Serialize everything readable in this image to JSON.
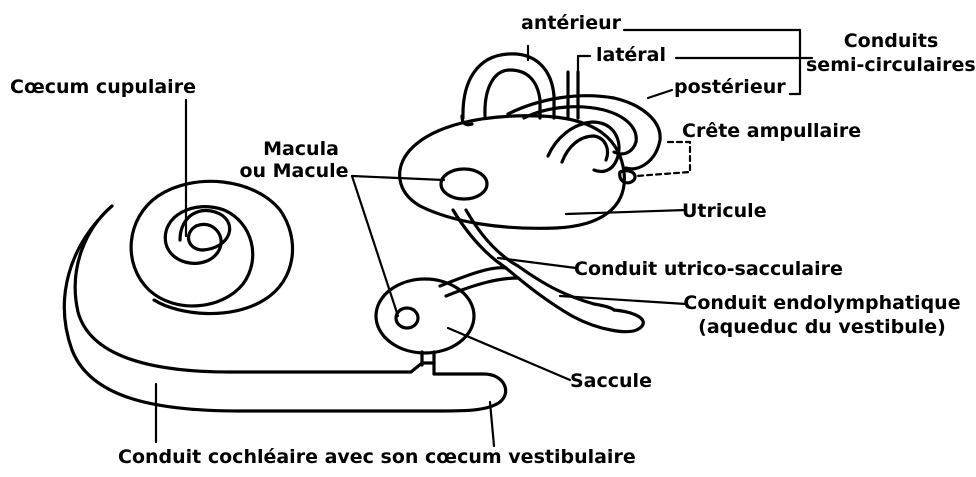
{
  "labels": {
    "anterieur": "antérieur",
    "lateral": "latéral",
    "posterieur": "postérieur",
    "conduits_line1": "Conduits",
    "conduits_line2": "semi-circulaires",
    "crete": "Crête ampullaire",
    "caecum_cupulaire": "Cœcum cupulaire",
    "macula_line1": "Macula",
    "macula_line2": "ou Macule",
    "utricule": "Utricule",
    "utrico_sacculaire": "Conduit utrico-sacculaire",
    "endolymph_line1": "Conduit endolymphatique",
    "endolymph_line2": "(aqueduc du vestibule)",
    "saccule": "Saccule",
    "cochleaire": "Conduit cochléaire avec son cœcum vestibulaire"
  },
  "colors": {
    "ink": "#000000",
    "background": "#ffffff"
  }
}
